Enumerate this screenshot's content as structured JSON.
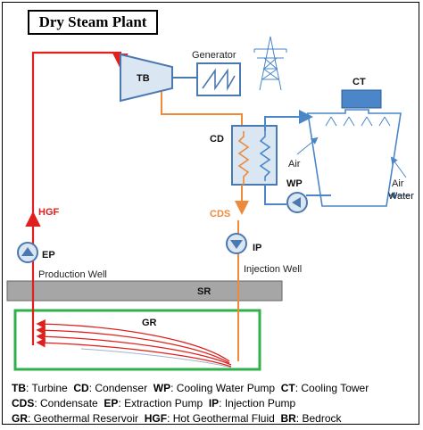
{
  "title": "Dry Steam Plant",
  "components": {
    "turbine": "TB",
    "generator": "Generator",
    "cooling_tower": "CT",
    "condenser": "CD",
    "condensate": "CDS",
    "cooling_water_pump": "WP",
    "injection_pump": "IP",
    "extraction_pump": "EP",
    "hot_geothermal_fluid": "HGF",
    "bedrock": "SR",
    "reservoir": "GR"
  },
  "labels": {
    "production_well": "Production Well",
    "injection_well": "Injection Well",
    "air_left": "Air",
    "air_right": "Air",
    "water": "Water"
  },
  "legend": [
    [
      {
        "key": "TB",
        "text": ": Turbine"
      },
      {
        "key": "CD",
        "text": ": Condenser"
      },
      {
        "key": "WP",
        "text": ": Cooling Water Pump"
      },
      {
        "key": "CT",
        "text": ": Cooling Tower"
      }
    ],
    [
      {
        "key": "CDS",
        "text": ": Condensate"
      },
      {
        "key": "EP",
        "text": ": Extraction Pump"
      },
      {
        "key": "IP",
        "text": ": Injection Pump"
      }
    ],
    [
      {
        "key": "GR",
        "text": ": Geothermal Reservoir"
      },
      {
        "key": "HGF",
        "text": ": Hot Geothermal Fluid"
      },
      {
        "key": "BR",
        "text": ": Bedrock"
      }
    ]
  ],
  "colors": {
    "steam_line": "#e0201c",
    "condensate_line": "#ee8a3c",
    "water_line": "#4a86c8",
    "equipment_fill": "#dbe6f3",
    "equipment_stroke": "#4a78b0",
    "reservoir_border": "#2fb04a",
    "bedrock": "#a6a6a6"
  }
}
